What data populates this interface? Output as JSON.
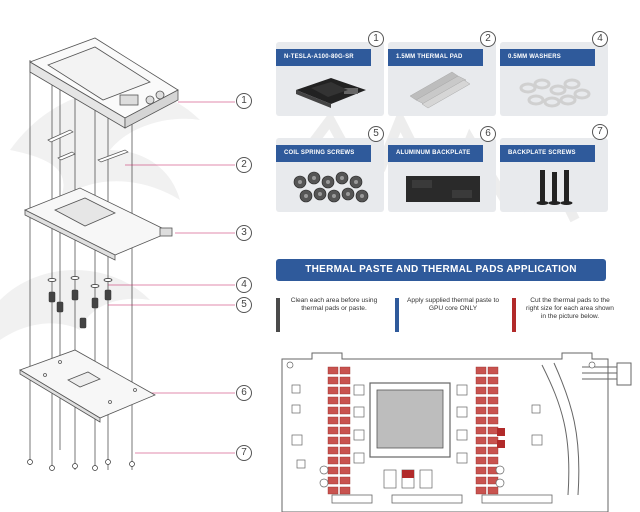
{
  "callouts": [
    "1",
    "2",
    "3",
    "4",
    "5",
    "6",
    "7"
  ],
  "parts": [
    {
      "num": "1",
      "label": "N-TESLA-A100-80G-SR",
      "image_icon": "water-block-icon"
    },
    {
      "num": "2",
      "label": "1.5MM THERMAL PAD",
      "image_icon": "thermal-pad-icon"
    },
    {
      "num": "4",
      "label": "0.5MM WASHERS",
      "image_icon": "washers-icon"
    },
    {
      "num": "5",
      "label": "COIL SPRING SCREWS",
      "image_icon": "spring-screws-icon"
    },
    {
      "num": "6",
      "label": "ALUMINUM BACKPLATE",
      "image_icon": "backplate-icon"
    },
    {
      "num": "7",
      "label": "BACKPLATE SCREWS",
      "image_icon": "backplate-screws-icon"
    }
  ],
  "banner": "THERMAL PASTE AND THERMAL PADS APPLICATION",
  "notes": [
    {
      "text": "Clean each area before using thermal pads or paste.",
      "color": "#4a4a4a"
    },
    {
      "text": "Apply supplied thermal paste to GPU core ONLY",
      "color": "#2f5a9b"
    },
    {
      "text": "Cut the thermal pads to the right size for each area shown in the picture below.",
      "color": "#b22a2a"
    }
  ],
  "colors": {
    "accent": "#2f5a9b",
    "pad": "#c8534f",
    "pad_dark": "#b12a2a",
    "card_bg": "#e8eaed"
  }
}
